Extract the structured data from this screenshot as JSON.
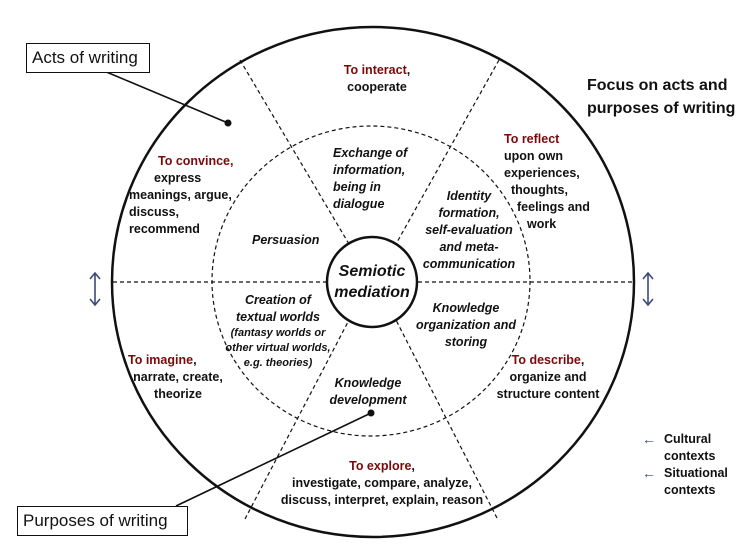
{
  "title": [
    "Focus on acts and",
    "purposes of writing"
  ],
  "callouts": {
    "acts": "Acts of writing",
    "purposes": "Purposes of writing"
  },
  "center": [
    "Semiotic",
    "mediation"
  ],
  "outer_segments": {
    "interact": {
      "head": "To interact",
      "tail": ",",
      "lines": [
        "cooperate"
      ]
    },
    "reflect": {
      "head": "To reflect",
      "tail": "",
      "lines": [
        "upon own",
        "experiences,",
        "thoughts,",
        "feelings and",
        "work"
      ]
    },
    "describe": {
      "head": "To describe",
      "tail": ",",
      "lines": [
        "organize and",
        "structure content"
      ]
    },
    "explore": {
      "head": "To explore",
      "tail": ",",
      "lines": [
        "investigate, compare, analyze,",
        "discuss, interpret, explain, reason"
      ]
    },
    "imagine": {
      "head": "To imagine",
      "tail": ",",
      "lines": [
        "narrate, create,",
        "theorize"
      ]
    },
    "convince": {
      "head": "To convince,",
      "tail": "",
      "lines": [
        "express",
        "meanings, argue,",
        "discuss,",
        "recommend"
      ]
    }
  },
  "inner_segments": {
    "exchange": [
      "Exchange of",
      "information,",
      "being in",
      "dialogue"
    ],
    "identity": [
      "Identity",
      "formation,",
      "self-evaluation",
      "and meta-",
      "communication"
    ],
    "knowledge_org": [
      "Knowledge",
      "organization and",
      "storing"
    ],
    "knowledge_dev": [
      "Knowledge",
      "development"
    ],
    "creation": [
      "Creation of",
      "textual worlds"
    ],
    "creation_note": [
      "(fantasy worlds or",
      "other virtual worlds,",
      "e.g. theories)"
    ],
    "persuasion": [
      "Persuasion"
    ]
  },
  "legend": [
    {
      "icon": "arrow-left-icon",
      "glyph": "←",
      "lines": [
        "Cultural",
        "contexts"
      ]
    },
    {
      "icon": "arrow-left-icon",
      "glyph": "←",
      "lines": [
        "Situational",
        "contexts"
      ]
    }
  ],
  "colors": {
    "heading_red": "#7a0a0a",
    "arrow_blue": "#3c4a7a",
    "line": "#111111"
  }
}
